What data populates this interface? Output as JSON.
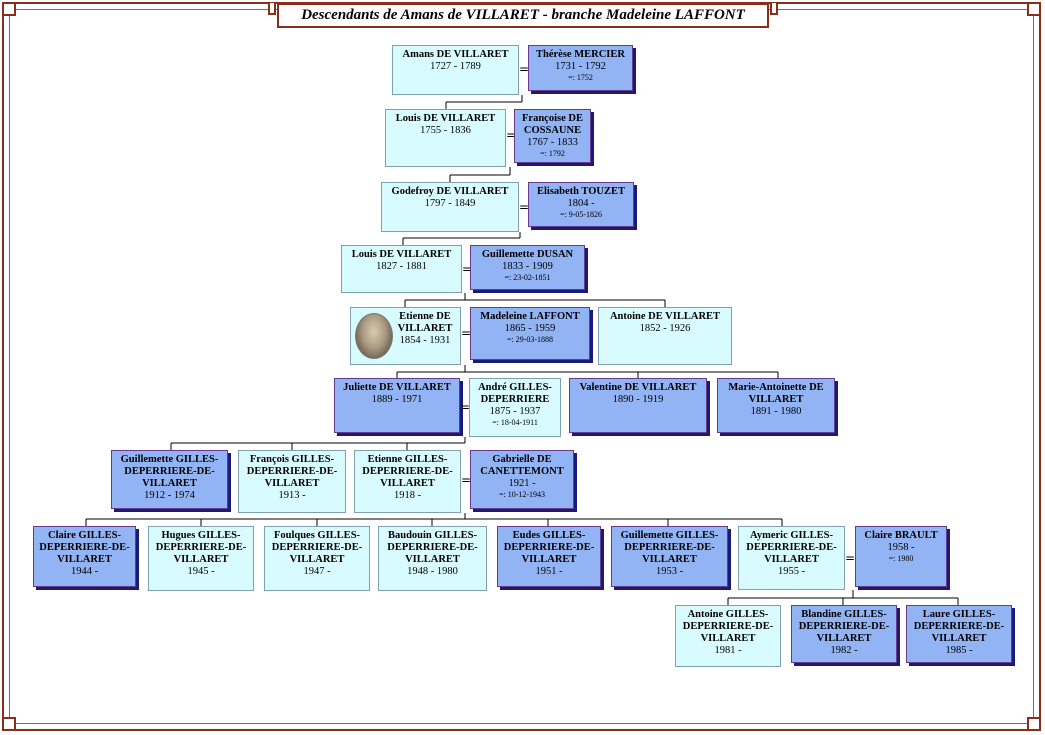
{
  "title": "Descendants de Amans de VILLARET - branche Madeleine LAFFONT",
  "marriage_symbol": "=",
  "people": {
    "amans": {
      "name": "Amans DE VILLARET",
      "dates": "1727 - 1789"
    },
    "therese": {
      "name": "Thérèse MERCIER",
      "dates": "1731 - 1792",
      "marriage": "=: 1752"
    },
    "louis1": {
      "name": "Louis DE VILLARET",
      "dates": "1755 - 1836"
    },
    "francoise": {
      "name": "Françoise DE COSSAUNE",
      "dates": "1767 - 1833",
      "marriage": "=: 1792"
    },
    "godefroy": {
      "name": "Godefroy DE VILLARET",
      "dates": "1797 - 1849"
    },
    "elisabeth": {
      "name": "Elisabeth TOUZET",
      "dates": "1804 -",
      "marriage": "=: 9-05-1826"
    },
    "louis2": {
      "name": "Louis DE VILLARET",
      "dates": "1827 - 1881"
    },
    "guillemette1": {
      "name": "Guillemette DUSAN",
      "dates": "1833 - 1909",
      "marriage": "=: 23-02-1851"
    },
    "etienne1": {
      "name": "Etienne DE VILLARET",
      "dates": "1854 - 1931"
    },
    "madeleine": {
      "name": "Madeleine LAFFONT",
      "dates": "1865 - 1959",
      "marriage": "=: 29-03-1888"
    },
    "antoine1": {
      "name": "Antoine DE VILLARET",
      "dates": "1852 - 1926"
    },
    "juliette": {
      "name": "Juliette DE VILLARET",
      "dates": "1889 - 1971"
    },
    "andre": {
      "name": "André GILLES-DEPERRIERE",
      "dates": "1875 - 1937",
      "marriage": "=: 18-04-1911"
    },
    "valentine": {
      "name": "Valentine DE VILLARET",
      "dates": "1890 - 1919"
    },
    "marieantoinette": {
      "name": "Marie-Antoinette DE VILLARET",
      "dates": "1891 - 1980"
    },
    "guillemette2": {
      "name": "Guillemette GILLES-DEPERRIERE-DE-VILLARET",
      "dates": "1912 - 1974"
    },
    "francois": {
      "name": "François GILLES-DEPERRIERE-DE-VILLARET",
      "dates": "1913 -"
    },
    "etienne2": {
      "name": "Etienne GILLES-DEPERRIERE-DE-VILLARET",
      "dates": "1918 -"
    },
    "gabrielle": {
      "name": "Gabrielle DE CANETTEMONT",
      "dates": "1921 -",
      "marriage": "=: 10-12-1943"
    },
    "claire1": {
      "name": "Claire GILLES-DEPERRIERE-DE-VILLARET",
      "dates": "1944 -"
    },
    "hugues": {
      "name": "Hugues GILLES-DEPERRIERE-DE-VILLARET",
      "dates": "1945 -"
    },
    "foulques": {
      "name": "Foulques GILLES-DEPERRIERE-DE-VILLARET",
      "dates": "1947 -"
    },
    "baudouin": {
      "name": "Baudouin GILLES-DEPERRIERE-DE-VILLARET",
      "dates": "1948 - 1980"
    },
    "eudes": {
      "name": "Eudes GILLES-DEPERRIERE-DE-VILLARET",
      "dates": "1951 -"
    },
    "guillemette3": {
      "name": "Guillemette GILLES-DEPERRIERE-DE-VILLARET",
      "dates": "1953 -"
    },
    "aymeric": {
      "name": "Aymeric GILLES-DEPERRIERE-DE-VILLARET",
      "dates": "1955 -"
    },
    "claire2": {
      "name": "Claire BRAULT",
      "dates": "1958 -",
      "marriage": "=: 1980"
    },
    "antoine2": {
      "name": "Antoine GILLES-DEPERRIERE-DE-VILLARET",
      "dates": "1981 -"
    },
    "blandine": {
      "name": "Blandine GILLES-DEPERRIERE-DE-VILLARET",
      "dates": "1982 -"
    },
    "laure": {
      "name": "Laure GILLES-DEPERRIERE-DE-VILLARET",
      "dates": "1985 -"
    }
  }
}
